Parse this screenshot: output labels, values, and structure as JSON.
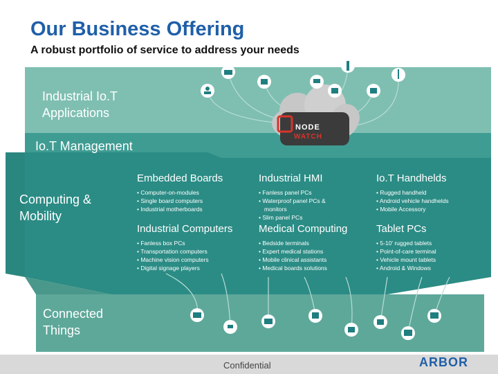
{
  "header": {
    "title": "Our Business Offering",
    "subtitle": "A robust portfolio of service to address your needs"
  },
  "layers": {
    "iot_apps": "Industrial Io.T Applications",
    "iot_mgmt": "Io.T Management",
    "computing": "Computing & Mobility",
    "connected": "Connected Things"
  },
  "cloud_logo": {
    "line1": "NODE",
    "line2": "WATCH"
  },
  "categories": [
    {
      "title": "Embedded Boards",
      "items": [
        "Computer-on-modules",
        "Single board computers",
        "Industrial motherboards"
      ]
    },
    {
      "title": "Industrial HMI",
      "items": [
        "Fanless panel PCs",
        "Waterproof panel PCs & monitors",
        "Slim panel PCs"
      ]
    },
    {
      "title": "Io.T Handhelds",
      "items": [
        "Rugged handheld",
        "Android vehicle handhelds",
        "Mobile Accessory"
      ]
    },
    {
      "title": "Industrial Computers",
      "items": [
        "Fanless box PCs",
        "Transportation computers",
        "Machine vision computers",
        "Digital signage players"
      ]
    },
    {
      "title": "Medical Computing",
      "items": [
        "Bedside terminals",
        "Expert medical stations",
        "Mobile clinical assistants",
        "Medical boards solutions"
      ]
    },
    {
      "title": "Tablet PCs",
      "items": [
        "5-10' rugged tablets",
        "Point-of-care terminal",
        "Vehicle mount tablets",
        "Android & Windows"
      ]
    }
  ],
  "top_icons": [
    "person-icon",
    "factory-icon",
    "camera-icon",
    "cart-icon",
    "tower-icon",
    "robot-arm-icon",
    "oil-pump-icon",
    "wind-turbine-icon"
  ],
  "bottom_icons": [
    "machine-icon",
    "wifi-icon",
    "forklift-icon",
    "robot-arm-icon",
    "vehicle-icon",
    "video-icon",
    "monitor-icon",
    "printer-icon"
  ],
  "footer": {
    "confidential": "Confidential",
    "logo": "ARBOR"
  },
  "colors": {
    "title": "#1f5fa8",
    "band_light": "#5ba99b",
    "band_mid": "#2e8a84",
    "band_dark": "#1f7e80",
    "connector": "#8fc4bc"
  }
}
